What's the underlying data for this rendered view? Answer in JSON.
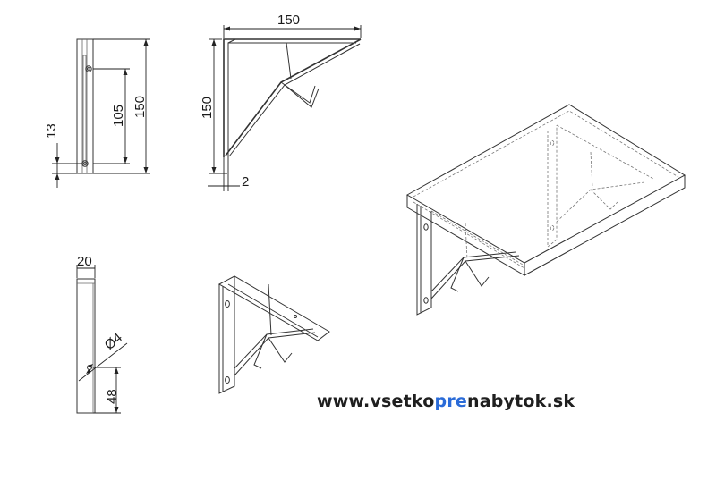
{
  "dimensions": {
    "side_height": "150",
    "hole_spacing": "105",
    "hole_offset": "13",
    "top_width": "150",
    "front_height": "150",
    "thickness": "2",
    "strip_width": "20",
    "hole_diameter": "Ø4",
    "bottom_offset": "48"
  },
  "watermark": {
    "prefix": "www.vsetko",
    "highlight": "pre",
    "suffix": "nabytok.sk"
  },
  "colors": {
    "line": "#333333",
    "highlight": "#2a6bd8"
  }
}
